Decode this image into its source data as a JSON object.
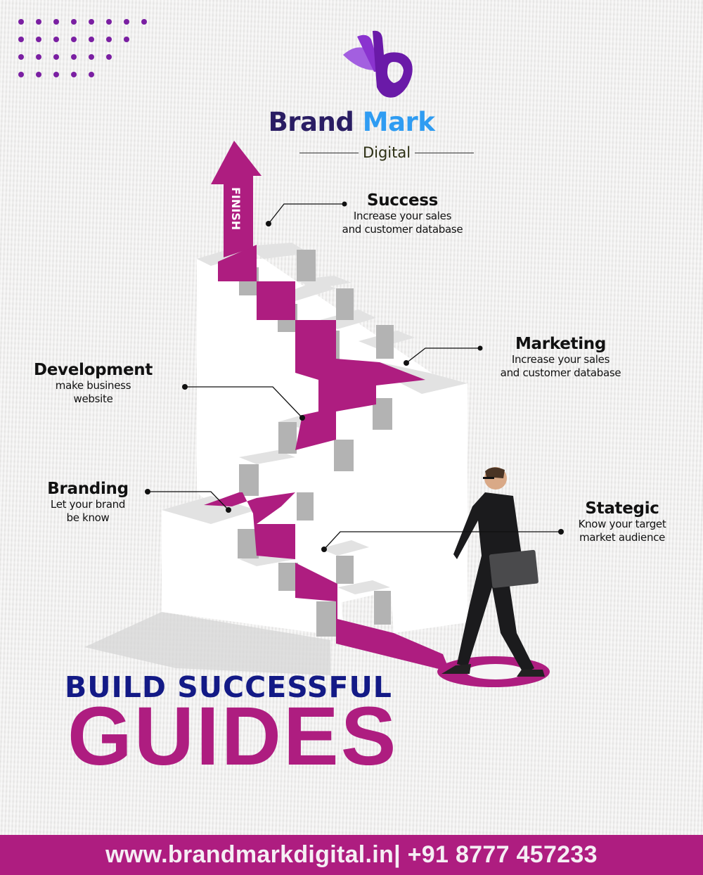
{
  "brand": {
    "name_part1": "Brand",
    "name_part2": "Mark",
    "subtitle": "Digital",
    "colors": {
      "dark_navy": "#2a1d63",
      "sky_blue": "#2f9cf2",
      "purple": "#7a1fa2",
      "light_purple": "#a35fe0"
    }
  },
  "decor": {
    "dot_grid_rows": [
      8,
      7,
      6,
      5
    ],
    "dot_color": "#7a1fa2"
  },
  "illustration": {
    "arrow_label": "FINISH",
    "path_color": "#ae1d80",
    "step_top_color": "#e2e2e2",
    "step_riser_color": "#b3b3b3",
    "wall_color": "#ffffff",
    "figure": "businessman-walking-with-laptop"
  },
  "steps": [
    {
      "title": "Success",
      "desc_line1": "Increase your sales",
      "desc_line2": "and customer database"
    },
    {
      "title": "Marketing",
      "desc_line1": "Increase your sales",
      "desc_line2": "and customer database"
    },
    {
      "title": "Development",
      "desc_line1": "make business",
      "desc_line2": "website"
    },
    {
      "title": "Branding",
      "desc_line1": "Let your brand",
      "desc_line2": "be know"
    },
    {
      "title": "Stategic",
      "desc_line1": "Know your target",
      "desc_line2": "market audience"
    }
  ],
  "headline": {
    "line1": "BUILD SUCCESSFUL",
    "line2": "GUIDES",
    "line1_color": "#131a86",
    "line2_color": "#ae1d80"
  },
  "footer": {
    "contact": "www.brandmarkdigital.in| +91 8777 457233",
    "background": "#ae1d80"
  }
}
